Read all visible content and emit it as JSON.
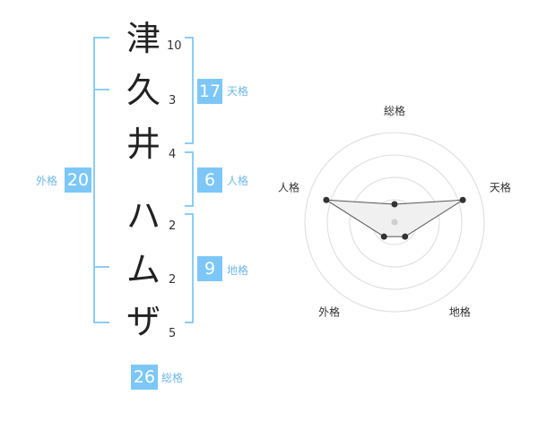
{
  "name": {
    "chars": [
      {
        "char": "津",
        "strokes": "10"
      },
      {
        "char": "久",
        "strokes": "3"
      },
      {
        "char": "井",
        "strokes": "4"
      },
      {
        "char": "ハ",
        "strokes": "2"
      },
      {
        "char": "ム",
        "strokes": "2"
      },
      {
        "char": "ザ",
        "strokes": "5"
      }
    ]
  },
  "fortune": {
    "tenkaku": {
      "value": "17",
      "label": "天格"
    },
    "jinkaku": {
      "value": "6",
      "label": "人格"
    },
    "chikaku": {
      "value": "9",
      "label": "地格"
    },
    "gaikaku": {
      "value": "20",
      "label": "外格"
    },
    "soukaku": {
      "value": "26",
      "label": "総格"
    }
  },
  "colors": {
    "accent": "#7cc7f7",
    "bracket": "#8ccdf5"
  },
  "chart_data": {
    "type": "radar",
    "axes": [
      "総格",
      "天格",
      "地格",
      "外格",
      "人格"
    ],
    "max": 5,
    "rings": 4,
    "values": [
      1,
      4,
      1,
      1,
      4
    ]
  }
}
